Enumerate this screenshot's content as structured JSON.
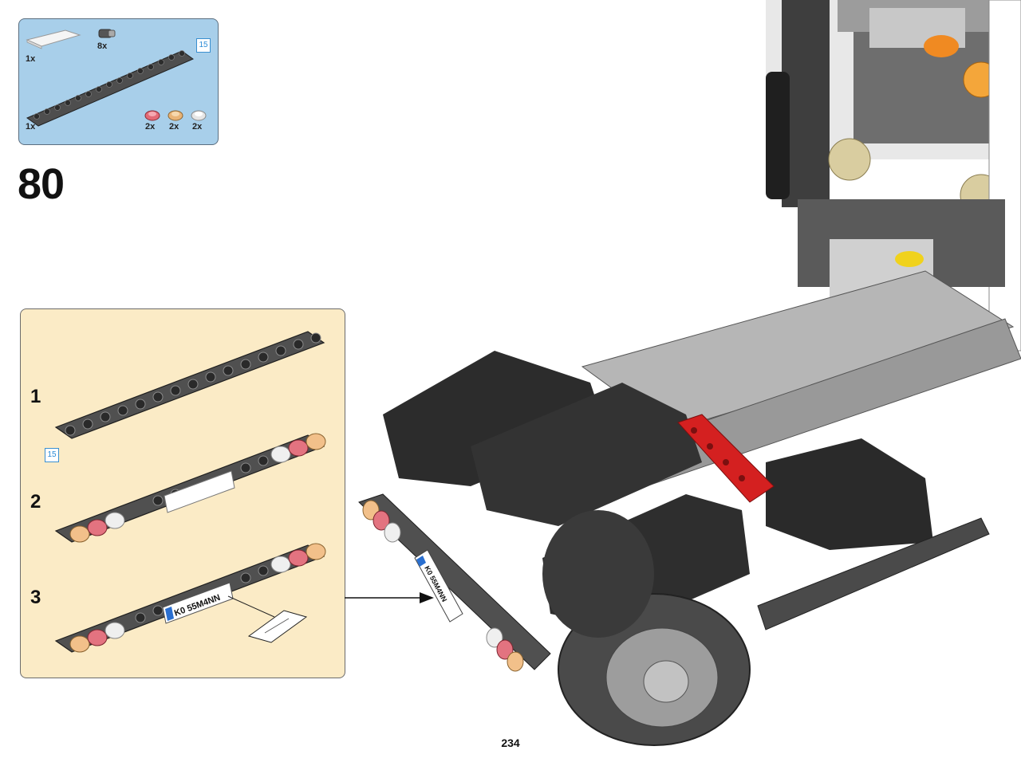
{
  "parts_list": {
    "items": [
      {
        "part": "flat-tile-white",
        "qty": "1x"
      },
      {
        "part": "axle-pin-connector",
        "qty": "8x"
      },
      {
        "part": "beam-15-dark-gray",
        "qty": "1x"
      },
      {
        "part": "round-tile-red-trans",
        "qty": "2x"
      },
      {
        "part": "round-tile-orange-trans",
        "qty": "2x"
      },
      {
        "part": "round-tile-clear-trans",
        "qty": "2x"
      }
    ],
    "beam_length_tag": "15"
  },
  "step": {
    "number": "80"
  },
  "subassembly": {
    "substeps": [
      {
        "number": "1",
        "length_tag": "15"
      },
      {
        "number": "2"
      },
      {
        "number": "3",
        "plate_text": "K0 55M4NN"
      }
    ]
  },
  "model": {
    "plate_text": "K0 55M4NN"
  },
  "page": {
    "number": "234"
  },
  "colors": {
    "parts_bg": "#a8cfea",
    "subassembly_bg": "#fbebc6",
    "beam": "#4a4a4a",
    "accent_red": "#d42020"
  }
}
